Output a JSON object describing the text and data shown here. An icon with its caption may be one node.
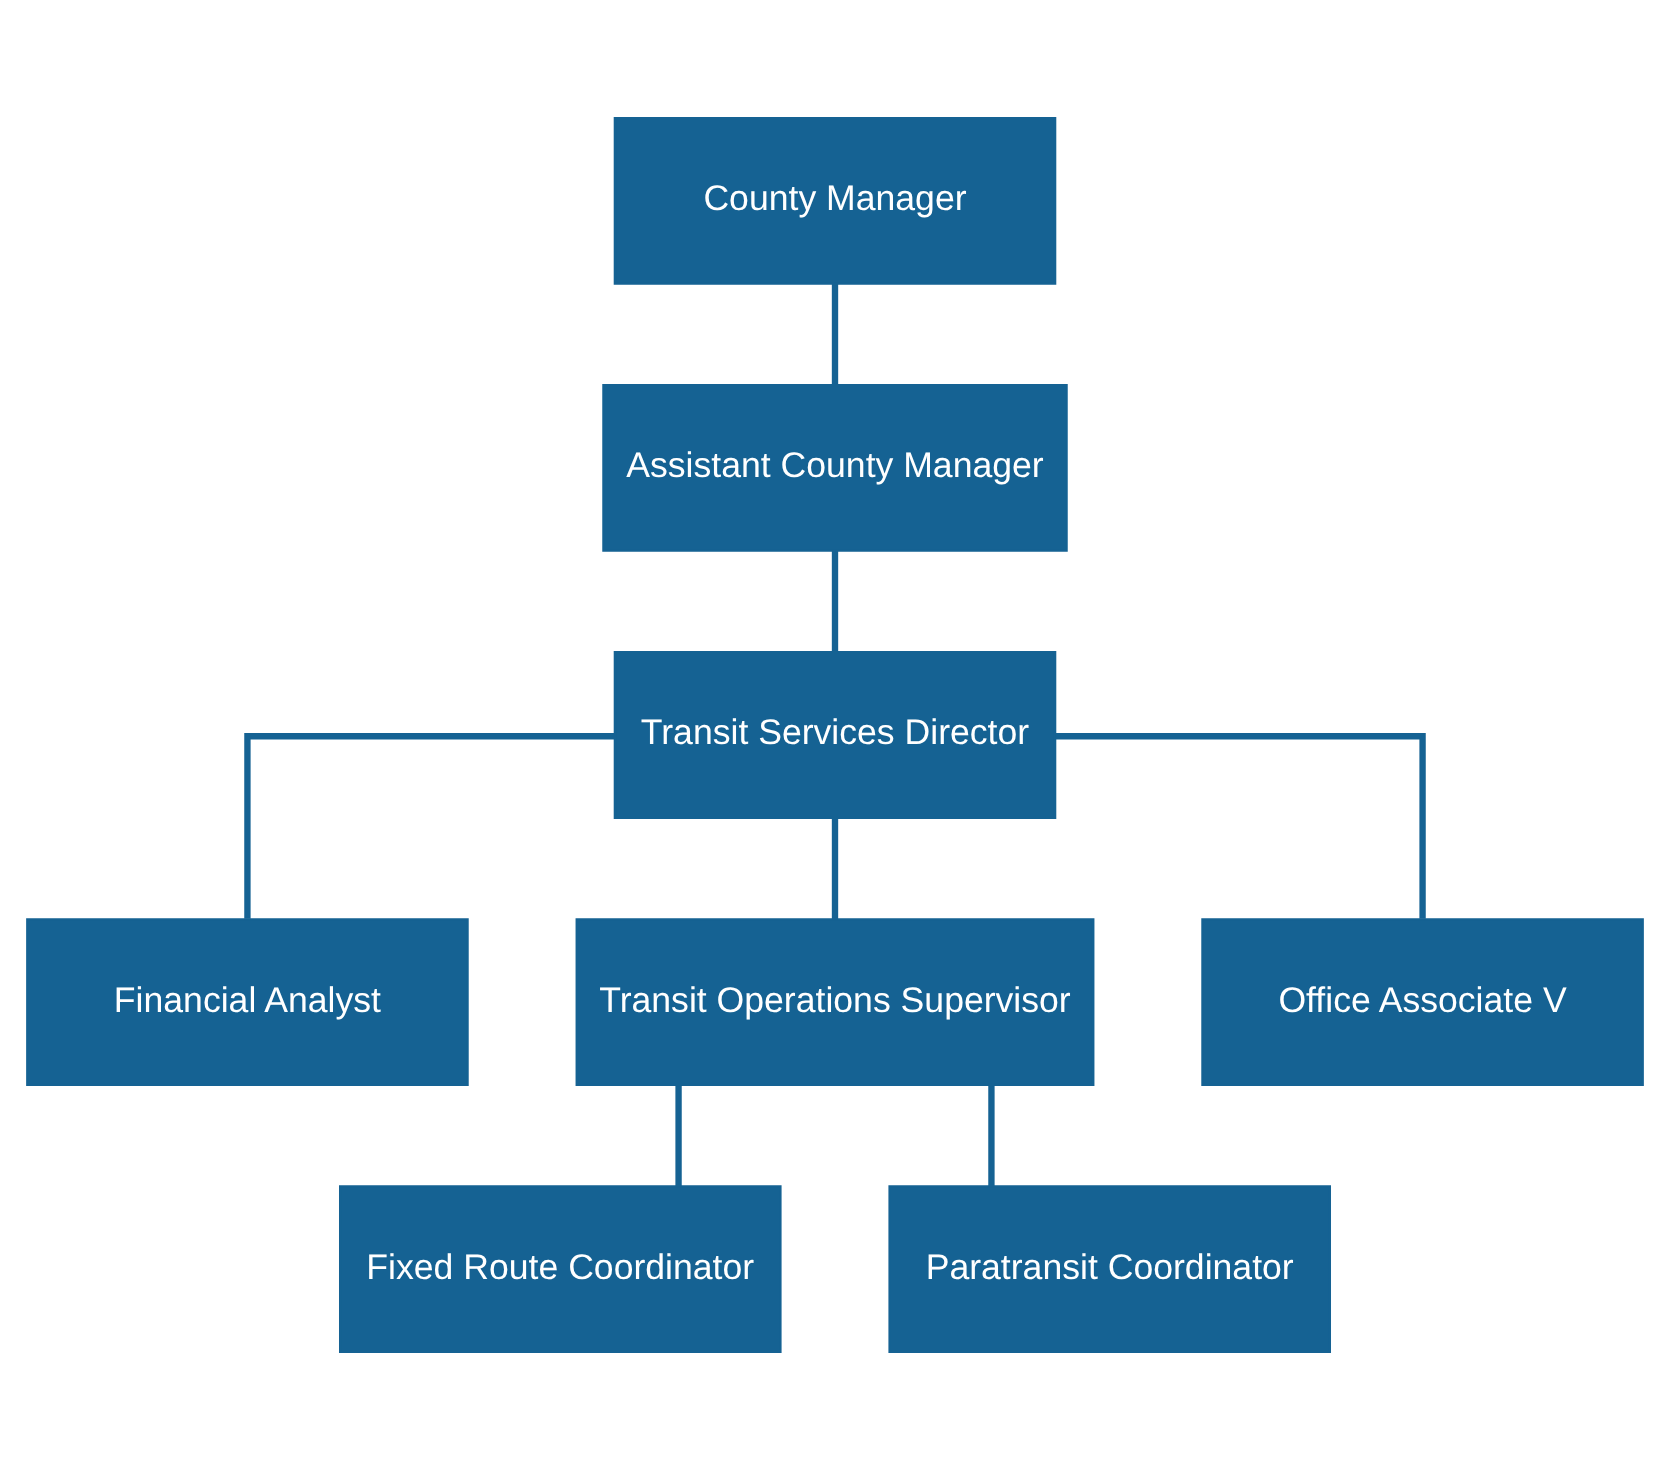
{
  "diagram": {
    "nodes": [
      {
        "text": [
          "County Manager"
        ]
      },
      {
        "text": [
          "Assistant County Manager"
        ]
      },
      {
        "text": [
          "Transit Services Director"
        ]
      },
      {
        "text": [
          "Financial Analyst"
        ]
      },
      {
        "text": [
          "Transit Operations Supervisor"
        ]
      },
      {
        "text": [
          "Office Associate V"
        ]
      },
      {
        "text": [
          "Fixed Route Coordinator"
        ]
      },
      {
        "text": [
          "Paratransit Coordinator"
        ]
      }
    ],
    "edges": [
      {
        "from": 0,
        "to": 1,
        "arrow": "none"
      },
      {
        "from": 1,
        "to": 2,
        "arrow": "none"
      },
      {
        "from": 2,
        "to": 3,
        "arrow": "none"
      },
      {
        "from": 2,
        "to": 4,
        "arrow": "none"
      },
      {
        "from": 2,
        "to": 5,
        "arrow": "none"
      },
      {
        "from": 4,
        "to": 6,
        "arrow": "none"
      },
      {
        "from": 4,
        "to": 7,
        "arrow": "none"
      }
    ]
  }
}
